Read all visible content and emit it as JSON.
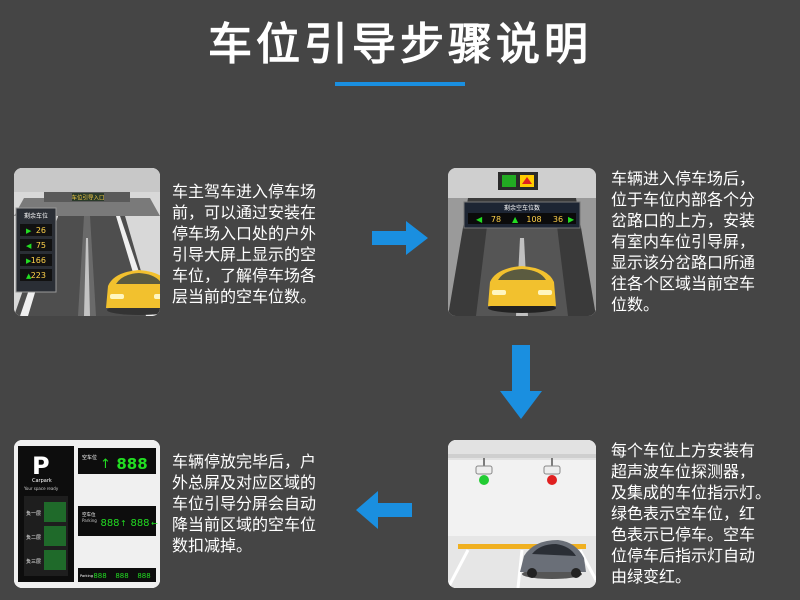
{
  "title": "车位引导步骤说明",
  "colors": {
    "accent": "#1a8fe0",
    "background": "#454545",
    "led_green": "#22dd22",
    "led_red": "#e02020"
  },
  "steps": [
    {
      "text": "车主驾车进入停车场\n前，可以通过安装在\n停车场入口处的户外\n引导大屏上显示的空\n车位，了解停车场各\n层当前的空车位数。",
      "image": {
        "gate_sign": "车位引导入口",
        "board_title": "剩余车位",
        "board_values": [
          "26",
          "75",
          "166",
          "223"
        ]
      }
    },
    {
      "text": "车辆进入停车场后，\n位于车位内部各个分\n岔路口的上方，安装\n有室内车位引导屏，\n显示该分岔路口所通\n往各个区域当前空车\n位数。",
      "image": {
        "sign_label": "剩余空车位数",
        "values": [
          "78",
          "108",
          "36"
        ]
      }
    },
    {
      "text": "每个车位上方安装有\n超声波车位探测器，\n及集成的车位指示灯。\n绿色表示空车位，红\n色表示已停车。空车\n位停车后指示灯自动\n由绿变红。",
      "image": {}
    },
    {
      "text": "车辆停放完毕后，户\n外总屏及对应区域的\n车位引导分屏会自动\n降当前区域的空车位\n数扣减掉。",
      "image": {
        "p_letter": "P",
        "p_brand": "Carpark",
        "p_tagline": "Your space ready",
        "top_label": "空车位",
        "top_value": "888",
        "floors": [
          "负一层",
          "负二层",
          "负三层"
        ],
        "mid_label": "空车位",
        "mid_sub": "Parking",
        "mid_values": [
          "888",
          "888"
        ],
        "bottom_label": "Parking",
        "bottom_values": [
          "888",
          "888",
          "888"
        ]
      }
    }
  ]
}
